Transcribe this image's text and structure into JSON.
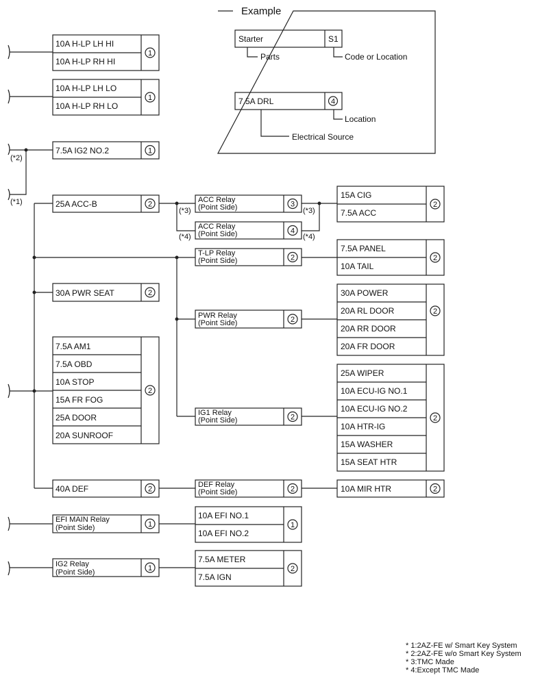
{
  "example": {
    "title": "Example",
    "box1_label": "Starter",
    "box1_code": "S1",
    "parts_caption": "Parts",
    "code_caption": "Code or Location",
    "box2_label": "7.5A DRL",
    "box2_code": "4",
    "location_caption": "Location",
    "source_caption": "Electrical Source"
  },
  "left_blocks": [
    {
      "rows": [
        "10A H-LP LH HI",
        "10A H-LP RH HI"
      ],
      "num": "1"
    },
    {
      "rows": [
        "10A H-LP LH LO",
        "10A H-LP RH LO"
      ],
      "num": "1"
    },
    {
      "rows": [
        "7.5A IG2 NO.2"
      ],
      "num": "1"
    },
    {
      "rows": [
        "25A ACC-B"
      ],
      "num": "2"
    },
    {
      "rows": [
        "30A PWR SEAT"
      ],
      "num": "2"
    },
    {
      "rows": [
        "7.5A AM1",
        "7.5A OBD",
        "10A STOP",
        "15A FR FOG",
        "25A DOOR",
        "20A SUNROOF"
      ],
      "num": "2"
    },
    {
      "rows": [
        "40A DEF"
      ],
      "num": "2"
    }
  ],
  "relays": [
    {
      "line1": "ACC Relay",
      "line2": "(Point Side)",
      "num": "3"
    },
    {
      "line1": "ACC Relay",
      "line2": "(Point Side)",
      "num": "4"
    },
    {
      "line1": "T-LP Relay",
      "line2": "(Point Side)",
      "num": "2"
    },
    {
      "line1": "PWR Relay",
      "line2": "(Point Side)",
      "num": "2"
    },
    {
      "line1": "IG1 Relay",
      "line2": "(Point Side)",
      "num": "2"
    },
    {
      "line1": "DEF Relay",
      "line2": "(Point Side)",
      "num": "2"
    },
    {
      "line1": "EFI MAIN Relay",
      "line2": "(Point Side)",
      "num": "1"
    },
    {
      "line1": "IG2 Relay",
      "line2": "(Point Side)",
      "num": "1"
    }
  ],
  "right_blocks": [
    {
      "rows": [
        "15A CIG",
        "7.5A ACC"
      ],
      "num": "2"
    },
    {
      "rows": [
        "7.5A PANEL",
        "10A TAIL"
      ],
      "num": "2"
    },
    {
      "rows": [
        "30A POWER",
        "20A RL DOOR",
        "20A RR DOOR",
        "20A FR DOOR"
      ],
      "num": "2"
    },
    {
      "rows": [
        "25A WIPER",
        "10A ECU-IG NO.1",
        "10A ECU-IG NO.2",
        "10A HTR-IG",
        "15A WASHER",
        "15A SEAT HTR"
      ],
      "num": "2"
    },
    {
      "rows": [
        "10A MIR HTR"
      ],
      "num": "2"
    }
  ],
  "efi_block": {
    "rows": [
      "10A EFI NO.1",
      "10A EFI NO.2"
    ],
    "num": "1"
  },
  "ig2_block": {
    "rows": [
      "7.5A METER",
      "7.5A IGN"
    ],
    "num": "2"
  },
  "marks": {
    "m1": "(*1)",
    "m2": "(*2)",
    "m3": "(*3)",
    "m4": "(*4)"
  },
  "notes": [
    "* 1:2AZ-FE w/ Smart Key System",
    "* 2:2AZ-FE w/o Smart Key System",
    "* 3:TMC Made",
    "* 4:Except TMC Made"
  ]
}
